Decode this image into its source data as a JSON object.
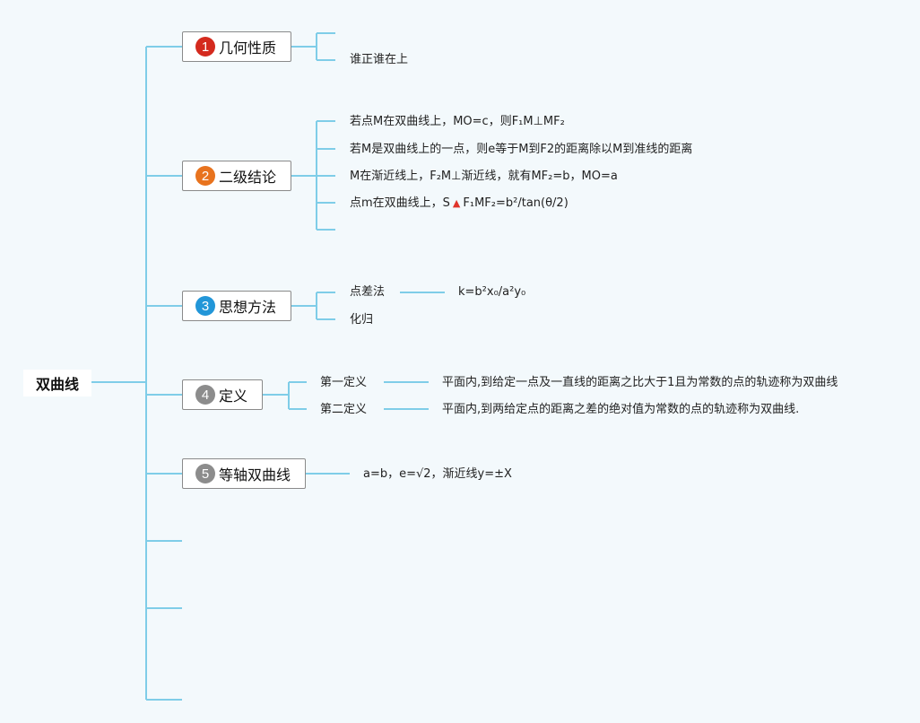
{
  "root": {
    "label": "双曲线"
  },
  "topics": [
    {
      "num": "1",
      "label": "几何性质",
      "badge_color": "#d42a1e"
    },
    {
      "num": "2",
      "label": "二级结论",
      "badge_color": "#e8731e"
    },
    {
      "num": "3",
      "label": "思想方法",
      "badge_color": "#2296d8"
    },
    {
      "num": "4",
      "label": "定义",
      "badge_color": "#8c8c8c"
    },
    {
      "num": "5",
      "label": "等轴双曲线",
      "badge_color": "#8c8c8c"
    }
  ],
  "geometry": {
    "leaf1": "谁正谁在上"
  },
  "conclusions": {
    "c1": "若点M在双曲线上，MO=c，则F₁M⊥MF₂",
    "c2": "若M是双曲线上的一点，则e等于M到F2的距离除以M到准线的距离",
    "c3": "M在渐近线上，F₂M⊥渐近线，就有MF₂=b，MO=a",
    "c4_pre": "点m在双曲线上，S",
    "c4_sym": "▲",
    "c4_post": "F₁MF₂=b²/tan(θ/2)"
  },
  "methods": {
    "m1": "点差法",
    "m1_formula": "k=b²x₀/a²y₀",
    "m2": "化归"
  },
  "definitions": {
    "d1": "第一定义",
    "d1_text": "平面内,到给定一点及一直线的距离之比大于1且为常数的点的轨迹称为双曲线",
    "d2": "第二定义",
    "d2_text": "平面内,到两给定点的距离之差的绝对值为常数的点的轨迹称为双曲线."
  },
  "equiaxial": {
    "e1": "a=b，e=√2，渐近线y=±X"
  },
  "colors": {
    "connector": "#7fcde8",
    "topic_border": "#8a8a8a"
  }
}
